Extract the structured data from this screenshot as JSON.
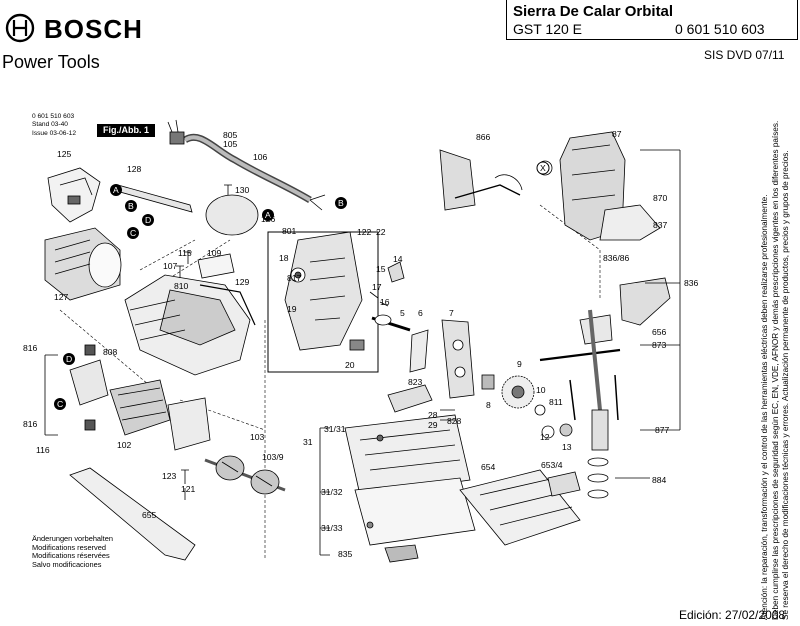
{
  "header": {
    "brand": "BOSCH",
    "subtitle": "Power Tools",
    "title": "Sierra De Calar Orbital",
    "model": "GST 120 E",
    "part_number": "0 601 510 603",
    "dvd": "SIS DVD 07/11",
    "edition": "Edición: 27/02/2008"
  },
  "figure": {
    "stand_lines": [
      "0 601 510 603",
      "Stand 03-40",
      "Issue 03-06-12"
    ],
    "fig_label": "Fig./Abb. 1",
    "changes_lines": [
      "Änderungen vorbehalten",
      "Modifications reserved",
      "Modifications réservées",
      "Salvo modificaciones"
    ]
  },
  "side_note": [
    "Atención: la reparación, transformación y el control de las herramientas eléctricas deben realizarse profesionalmente.",
    "Deben cumplirse las prescripciones de seguridad según EC, EN, VDE, AFNOR y demás prescripciones vigentes en los diferentes países.",
    "Se reserva el derecho de modificaciones técnicas y errores. Actualización permanente de productos, precios y grupos de precios."
  ],
  "part_labels": {
    "p125": "125",
    "p128": "128",
    "p805": "805",
    "p105": "105",
    "p106": "106",
    "p130": "130",
    "p126": "126",
    "p801": "801",
    "p122": "122",
    "p22": "22",
    "p18": "18",
    "p817": "817",
    "p115": "115",
    "p109": "109",
    "p107": "107",
    "p810": "810",
    "p127": "127",
    "p129": "129",
    "p15": "15",
    "p14": "14",
    "p17": "17",
    "p16": "16",
    "p19": "19",
    "p5": "5",
    "p6": "6",
    "p7": "7",
    "p20": "20",
    "p866": "866",
    "p87": "87",
    "p870": "870",
    "p837": "837",
    "p836_86": "836/86",
    "p836": "836",
    "p656": "656",
    "p873": "873",
    "p816a": "816",
    "p808": "808",
    "p816b": "816",
    "p116": "116",
    "p102": "102",
    "p103": "103",
    "p103_9": "103/9",
    "p123": "123",
    "p121": "121",
    "p31": "31",
    "p31_31": "31/31",
    "p31_32": "31/32",
    "p31_33": "31/33",
    "p835": "835",
    "p823": "823",
    "p28": "28",
    "p29": "29",
    "p828": "828",
    "p8": "8",
    "p9": "9",
    "p10": "10",
    "p811": "811",
    "p12": "12",
    "p13": "13",
    "p877": "877",
    "p654": "654",
    "p653_4": "653/4",
    "p884": "884",
    "p655": "655"
  },
  "callouts": {
    "A": "A",
    "B": "B",
    "C": "C",
    "D": "D",
    "X": "X"
  }
}
